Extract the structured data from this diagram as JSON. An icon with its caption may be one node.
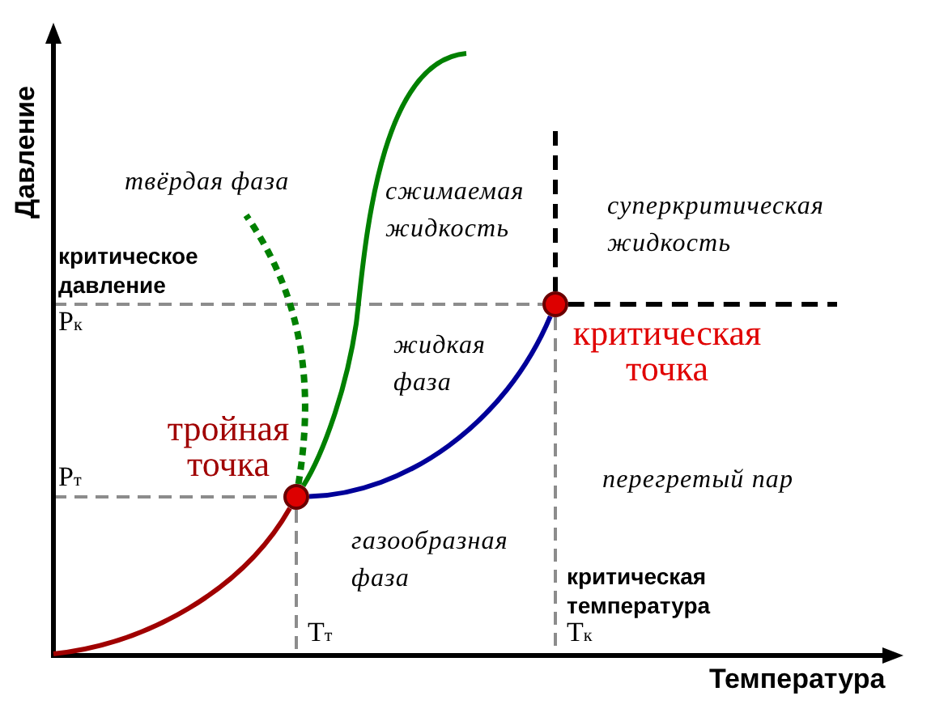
{
  "diagram": {
    "nodes": [
      {
        "text": [],
        "shape": "circle",
        "beside": [
          "тройная точка"
        ]
      },
      {
        "text": [],
        "shape": "circle",
        "beside": [
          "критическая точка"
        ]
      }
    ],
    "edges": [
      {
        "from": null,
        "to": 0,
        "arrow": "none",
        "color": "#a00000"
      },
      {
        "from": 0,
        "to": null,
        "arrow": "none",
        "style": "dashed",
        "color": "#008000"
      },
      {
        "from": 0,
        "to": null,
        "arrow": "none",
        "color": "#008000"
      },
      {
        "from": 0,
        "to": 1,
        "arrow": "none",
        "color": "#000099"
      },
      {
        "from": 1,
        "to": null,
        "arrow": "none",
        "style": "dashed",
        "color": "#000000"
      },
      {
        "from": 1,
        "to": null,
        "arrow": "none",
        "style": "dashed",
        "color": "#000000"
      }
    ],
    "labels": [
      "Давление",
      "твёрдая фаза",
      "сжимаемая жидкость",
      "суперкритическая жидкость",
      "критическое давление",
      "Р$_{к}$",
      "жидкая фаза",
      "Р$_{т}$",
      "перегретый пар",
      "газообразная фаза",
      "критическая температура",
      "Т$_{т}$",
      "Т$_{к}$",
      "Температура"
    ]
  }
}
